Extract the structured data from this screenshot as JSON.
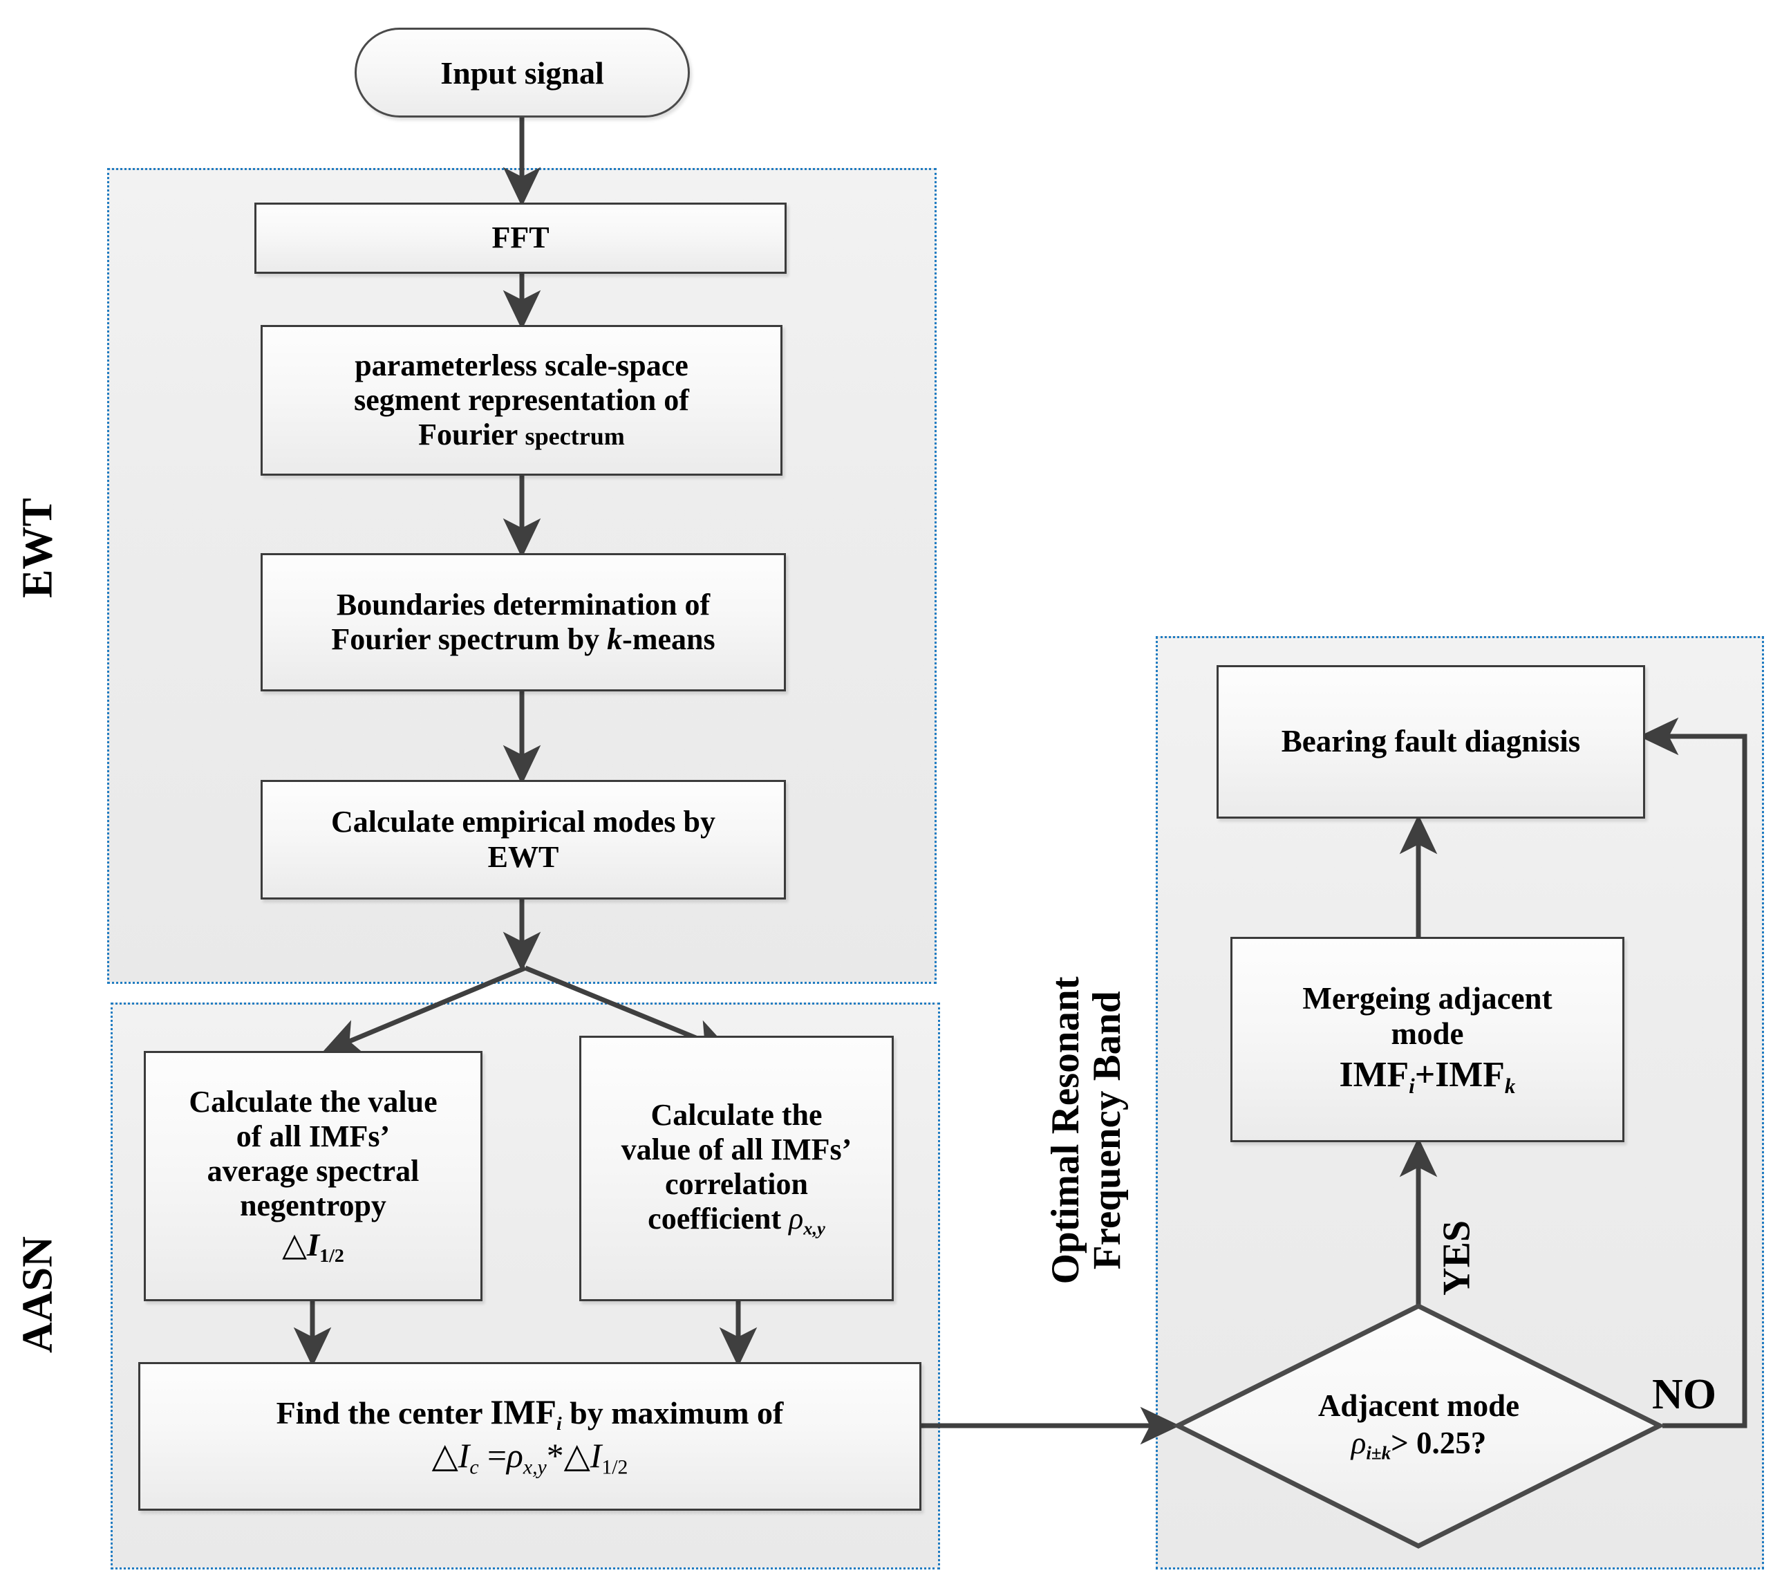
{
  "diagram": {
    "title": "Bearing fault diagnosis flowchart (EWT / AASN / Optimal Resonant Frequency Band)",
    "colors": {
      "panel_border": "#1F7BC1",
      "node_border": "#3b3b3b",
      "connector": "#3f3f3f",
      "text": "#000000",
      "node_fill_top": "#fdfdfd",
      "node_fill_bottom": "#ebebeb"
    }
  },
  "bands": {
    "ewt": {
      "label": "EWT"
    },
    "aasn": {
      "label": "AASN"
    },
    "orfb": {
      "label_line1": "Optimal Resonant",
      "label_line2": "Frequency Band"
    }
  },
  "nodes": {
    "input": {
      "label": "Input signal",
      "shape": "terminator"
    },
    "fft": {
      "label": "FFT",
      "shape": "process"
    },
    "scale_space": {
      "line1": "parameterless scale-space",
      "line2": "segment representation of",
      "line3_a": "Fourier",
      "line3_b": "spectrum",
      "shape": "process"
    },
    "boundaries": {
      "line1": "Boundaries determination of",
      "line2_a": "Fourier spectrum by ",
      "line2_k": "k",
      "line2_b": "-means",
      "shape": "process"
    },
    "empirical_modes": {
      "line1": "Calculate empirical modes by",
      "line2": "EWT",
      "shape": "process"
    },
    "negentropy": {
      "line1": "Calculate the value",
      "line2": "of all IMFs’",
      "line3": "average spectral",
      "line4": "negentropy",
      "formula": "△I",
      "formula_sub": "1/2",
      "shape": "process"
    },
    "correlation": {
      "line1": "Calculate the",
      "line2": "value of all IMFs’",
      "line3": "correlation",
      "line4_a": "coefficient",
      "formula": "ρ",
      "formula_sub": "x,y",
      "shape": "process"
    },
    "find_center": {
      "line1_a": "Find the center ",
      "line1_imf": "IMF",
      "line1_sub": "i",
      "line1_b": " by maximum of",
      "formula_lhs": "△I",
      "formula_lhs_sub": "c",
      "formula_eq": " =",
      "formula_rho": "ρ",
      "formula_rho_sub": "x,y",
      "formula_star": "*",
      "formula_rhs": "△I",
      "formula_rhs_sub": "1/2",
      "shape": "process"
    },
    "decision": {
      "line1": "Adjacent mode",
      "formula_rho": "ρ",
      "formula_sub": "i±k",
      "formula_cmp": "> 0.25?",
      "shape": "diamond"
    },
    "merge": {
      "line1": "Mergeing adjacent",
      "line2": "mode",
      "formula_a": "IMF",
      "formula_a_sub": "i",
      "formula_plus": "+",
      "formula_b": "IMF",
      "formula_b_sub": "k",
      "shape": "process"
    },
    "diagnosis": {
      "label": "Bearing fault diagnisis",
      "shape": "process"
    }
  },
  "edge_labels": {
    "yes": "YES",
    "no": "NO"
  }
}
